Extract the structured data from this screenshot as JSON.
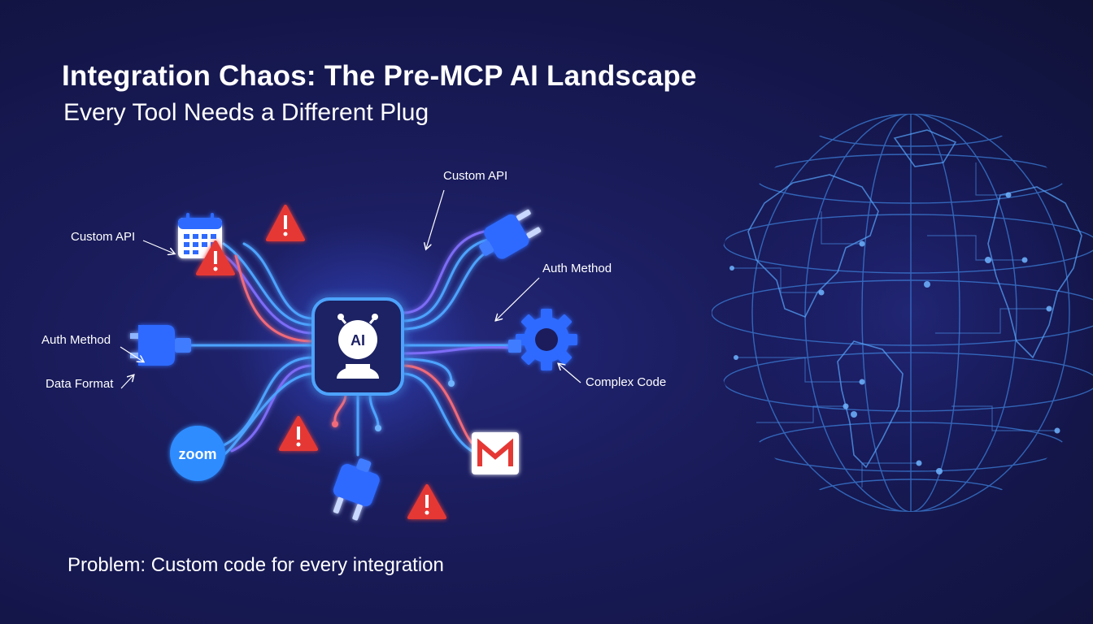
{
  "title": "Integration Chaos: The Pre-MCP AI Landscape",
  "subtitle": "Every Tool Needs a Different Plug",
  "problem": "Problem: Custom code for every integration",
  "hub": {
    "label": "AI"
  },
  "labels": {
    "custom_api_left": "Custom API",
    "custom_api_top": "Custom API",
    "auth_method_left": "Auth Method",
    "auth_method_right": "Auth Method",
    "data_format": "Data Format",
    "complex_code": "Complex Code"
  },
  "zoom_logo": {
    "text": "zoom"
  },
  "icons": [
    "calendar-icon",
    "plug-icon",
    "gear-icon",
    "zoom-logo",
    "gmail-icon",
    "warning-icon",
    "robot-icon",
    "globe-network"
  ],
  "colors": {
    "background": "#1a1c5c",
    "wire_blue": "#4da3ff",
    "wire_purple": "#7b6cf6",
    "wire_red": "#f06b7a",
    "warning": "#e53935",
    "accent": "#2f6bff"
  }
}
